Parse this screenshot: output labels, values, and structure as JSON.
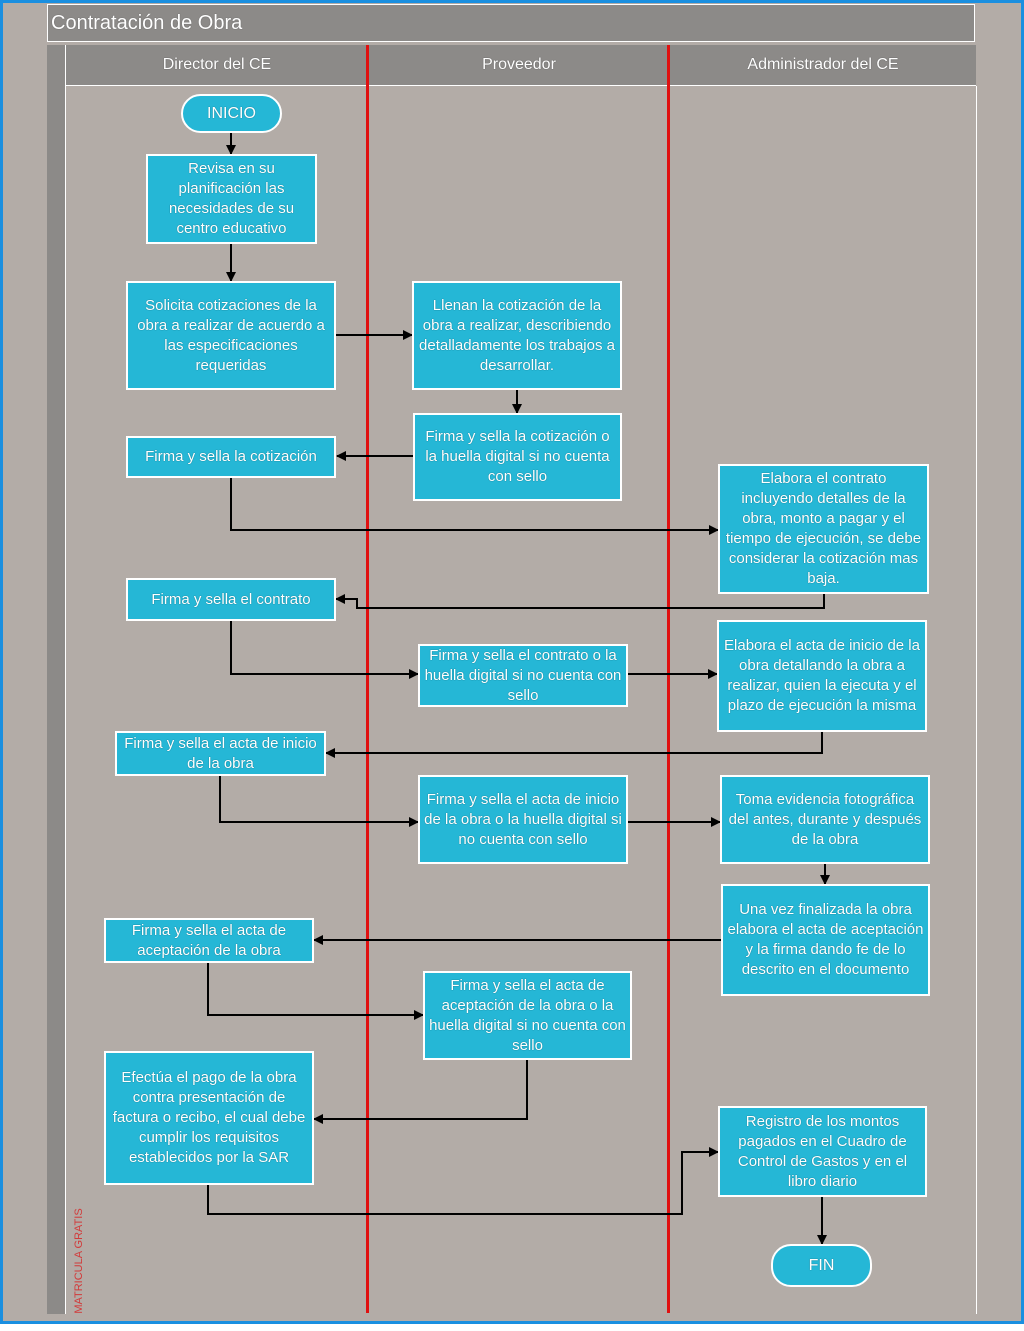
{
  "title": "Contratación de Obra",
  "watermark": "MATRICULA GRATIS",
  "lanes": [
    "Director del CE",
    "Proveedor",
    "Administrador del CE"
  ],
  "colors": {
    "box": "#25b7d6",
    "divider": "#e01010",
    "frame": "#1a8fe0"
  },
  "start": "INICIO",
  "end": "FIN",
  "steps": {
    "d1": "Revisa en su planificación las necesidades de su centro educativo",
    "d2": "Solicita cotizaciones de la obra a realizar de acuerdo a las especificaciones requeridas",
    "p1": "Llenan la cotización de la obra a realizar, describiendo detalladamente los trabajos a desarrollar.",
    "p2": "Firma y sella la cotización o la huella digital si no cuenta con sello",
    "d3": "Firma y sella la cotización",
    "a1": "Elabora el contrato incluyendo detalles de la obra, monto a pagar y el tiempo de ejecución, se debe considerar la cotización mas baja.",
    "d4": "Firma y sella el contrato",
    "p3": "Firma y sella el contrato o la huella digital si no cuenta con sello",
    "a2": "Elabora el acta de inicio de la obra detallando la obra a realizar, quien la ejecuta y el plazo de ejecución la misma",
    "d5": "Firma y sella el acta de inicio de la obra",
    "p4": "Firma y sella el acta de inicio de la obra o la huella digital si no cuenta con sello",
    "a3": "Toma evidencia fotográfica del antes, durante y después de la obra",
    "a4": "Una vez finalizada la obra elabora el acta de aceptación y la firma dando fe de lo descrito en el documento",
    "d6": "Firma y sella el acta de aceptación de la obra",
    "p5": "Firma y sella el acta de aceptación de la obra o la huella digital si no cuenta con sello",
    "d7": "Efectúa el pago de la obra contra presentación de factura o recibo, el cual debe cumplir los requisitos establecidos por la SAR",
    "a5": "Registro de los montos pagados en el Cuadro de Control de Gastos y en el libro diario"
  }
}
